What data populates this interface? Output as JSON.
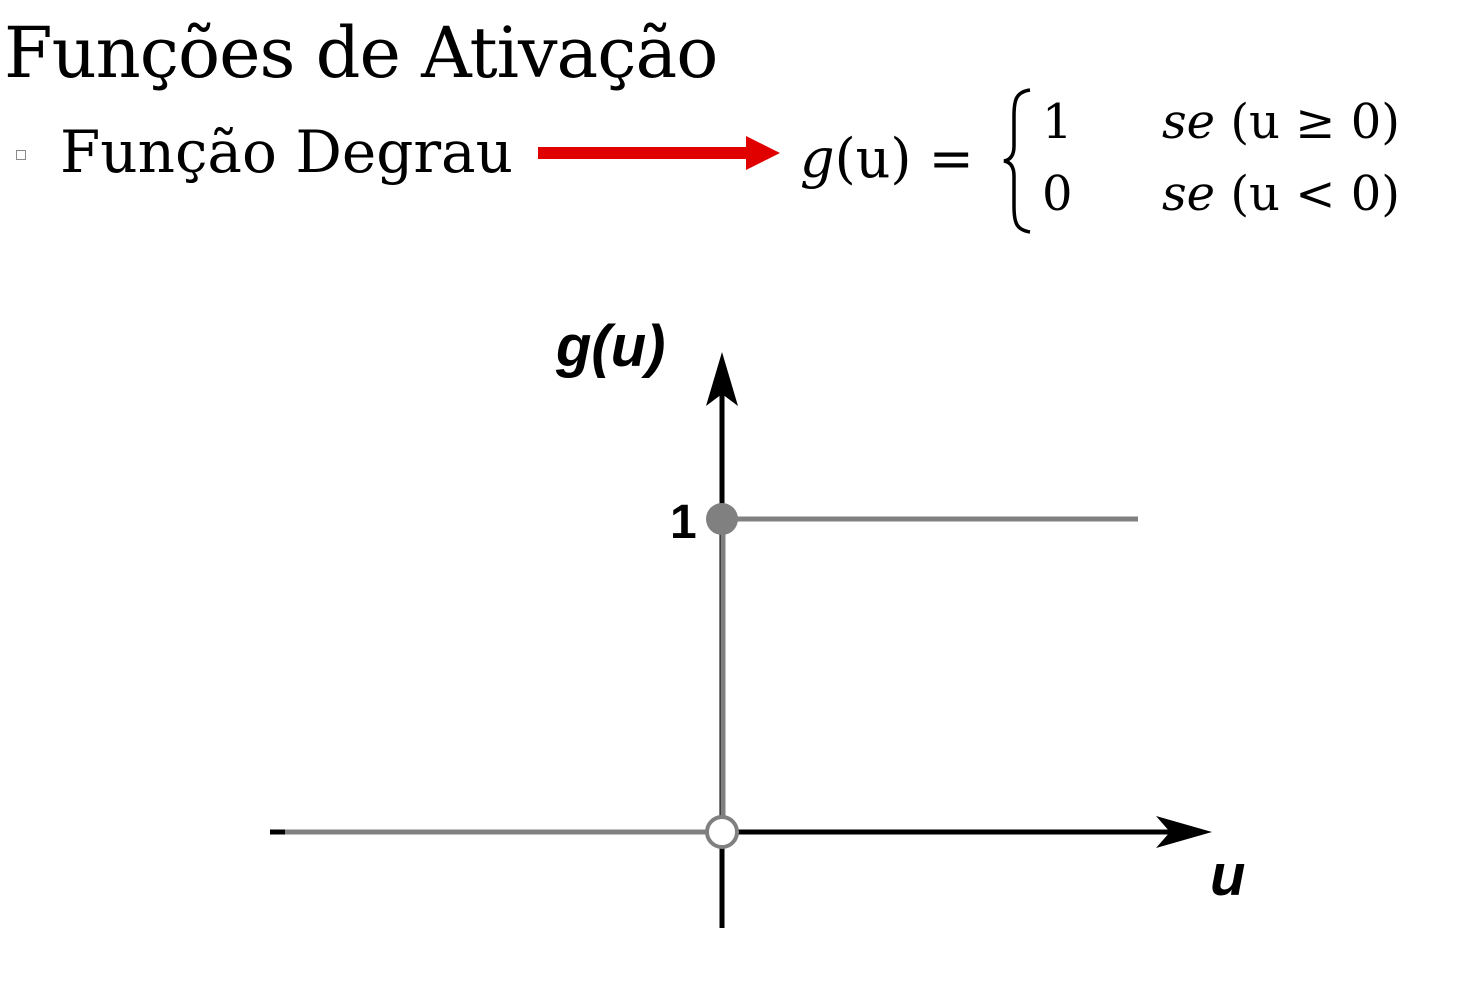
{
  "slide": {
    "title": "Funções de Ativação",
    "bullet": "Função Degrau"
  },
  "formula": {
    "lhs_func": "g",
    "lhs_arg": "(u)",
    "lhs_equals": " =",
    "cases": [
      {
        "value": "1",
        "condition_word": "se",
        "condition": "(u  ≥ 0)"
      },
      {
        "value": "0",
        "condition_word": "se",
        "condition": "(u < 0)"
      }
    ]
  },
  "graph": {
    "y_axis_label": "g(u)",
    "x_axis_label": "u",
    "tick_label_one": "1",
    "step": {
      "low_value": 0,
      "high_value": 1,
      "threshold": 0,
      "closed_point": "filled-circle-at-1",
      "open_point": "open-circle-at-0"
    },
    "colors": {
      "axis": "#000000",
      "curve": "#808080",
      "arrow": "#e00000"
    }
  }
}
